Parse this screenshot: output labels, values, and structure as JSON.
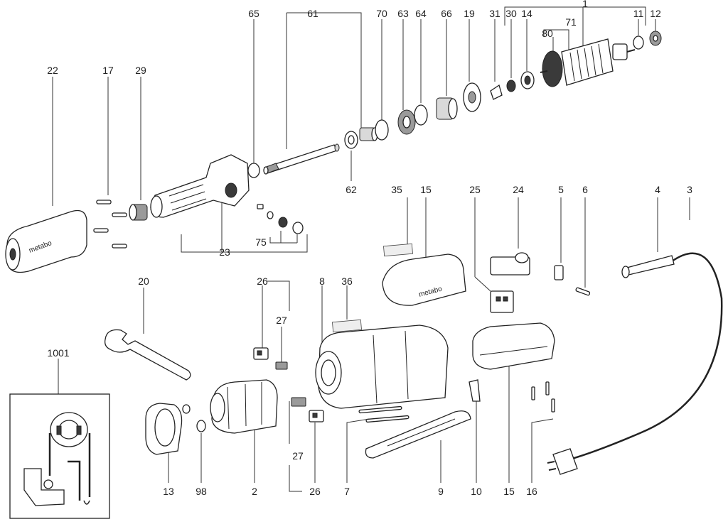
{
  "diagram": {
    "callouts": [
      "65",
      "61",
      "70",
      "63",
      "64",
      "66",
      "19",
      "31",
      "30",
      "14",
      "1",
      "71",
      "80",
      "11",
      "12",
      "22",
      "17",
      "29",
      "62",
      "35",
      "15",
      "25",
      "24",
      "5",
      "6",
      "4",
      "3",
      "23",
      "75",
      "20",
      "26",
      "27",
      "8",
      "36",
      "1001",
      "13",
      "98",
      "2",
      "27",
      "26",
      "7",
      "9",
      "10",
      "15",
      "16"
    ],
    "brand_text": "metabo"
  }
}
